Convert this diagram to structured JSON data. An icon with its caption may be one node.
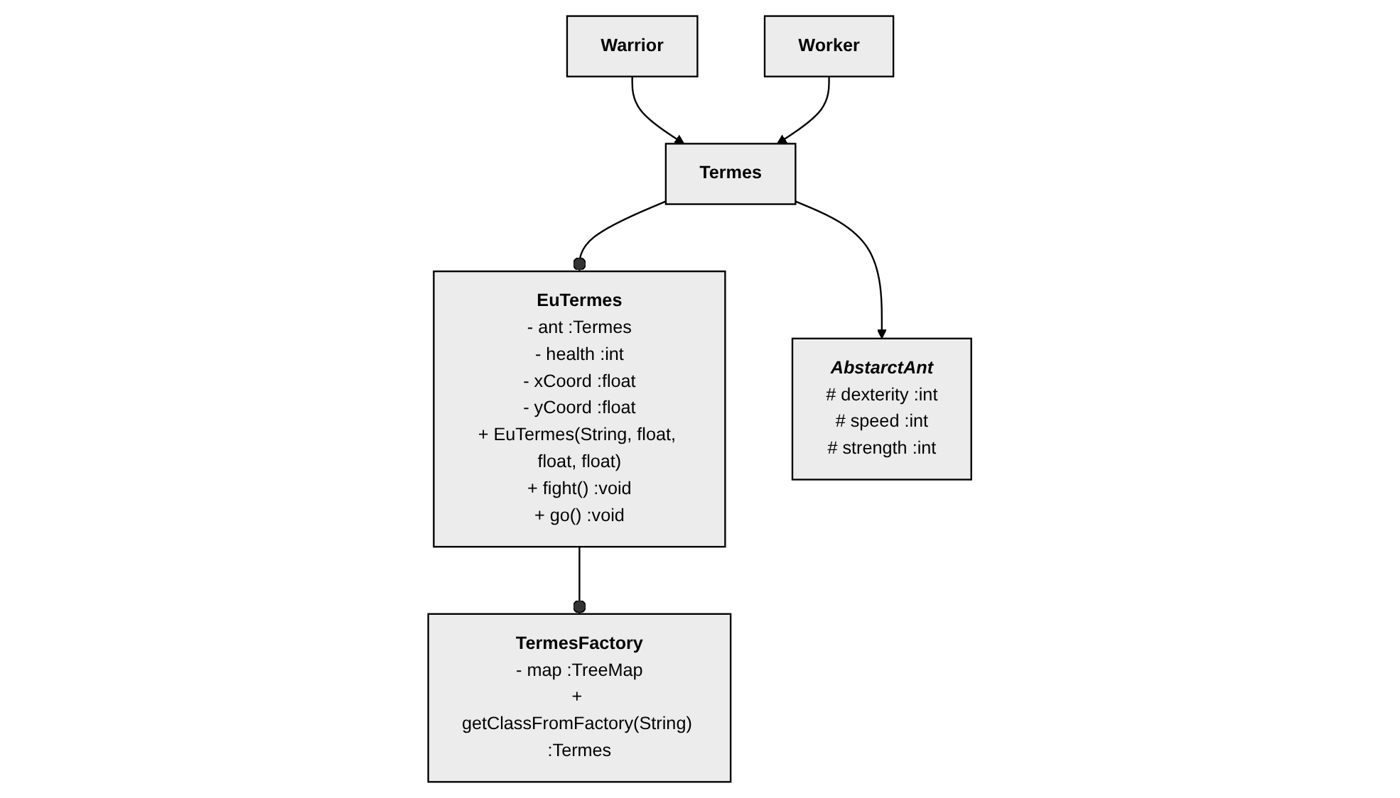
{
  "diagram": {
    "nodes": [
      {
        "text": [
          "EuTermes",
          "- ant :Termes",
          "- health :int",
          "- xCoord :float",
          "- yCoord :float",
          "+ EuTermes(String, float, float, float)",
          "+ fight() :void",
          "+ go() :void"
        ]
      },
      {
        "text": [
          "AbstarctAnt",
          "# dexterity :int",
          "# speed :int",
          "# strength :int"
        ]
      },
      {
        "text": [
          "Termes"
        ]
      },
      {
        "text": [
          "TermesFactory",
          "- map :TreeMap",
          "+ getClassFromFactory(String) :Termes"
        ]
      },
      {
        "text": [
          "Warrior"
        ]
      },
      {
        "text": [
          "Worker"
        ]
      }
    ],
    "edges": [
      {
        "from": 2,
        "to": 0,
        "arrow": "other"
      },
      {
        "from": 0,
        "to": 3,
        "arrow": "other"
      },
      {
        "from": 2,
        "to": 1,
        "arrow": "to"
      },
      {
        "from": 4,
        "to": 2,
        "arrow": "to"
      },
      {
        "from": 5,
        "to": 2,
        "arrow": "to"
      }
    ]
  }
}
